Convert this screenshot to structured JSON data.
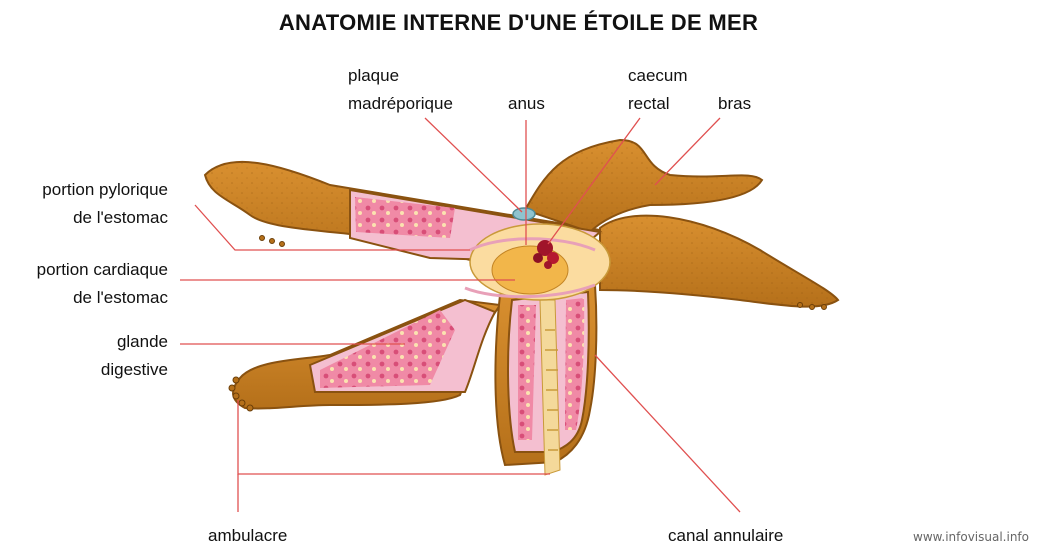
{
  "title": "ANATOMIE INTERNE D'UNE ÉTOILE DE MER",
  "labels": {
    "plaque": [
      "plaque",
      "madréporique"
    ],
    "anus": "anus",
    "caecum": [
      "caecum",
      "rectal"
    ],
    "bras": "bras",
    "pylorique": [
      "portion pylorique",
      "de l'estomac"
    ],
    "cardiaque": [
      "portion cardiaque",
      "de l'estomac"
    ],
    "glande": [
      "glande",
      "digestive"
    ],
    "ambulacre": "ambulacre",
    "canal": "canal annulaire"
  },
  "credit": "www.infovisual.info",
  "colors": {
    "body": "#c8821e",
    "body_dark": "#8a5210",
    "cavity": "#f7c9d6",
    "gland": "#e56a8c",
    "stomach": "#f2b64a",
    "canal": "#f4d99a",
    "leader": "#e05050",
    "caecum": "#a0142a",
    "plate": "#8fc3cf"
  }
}
